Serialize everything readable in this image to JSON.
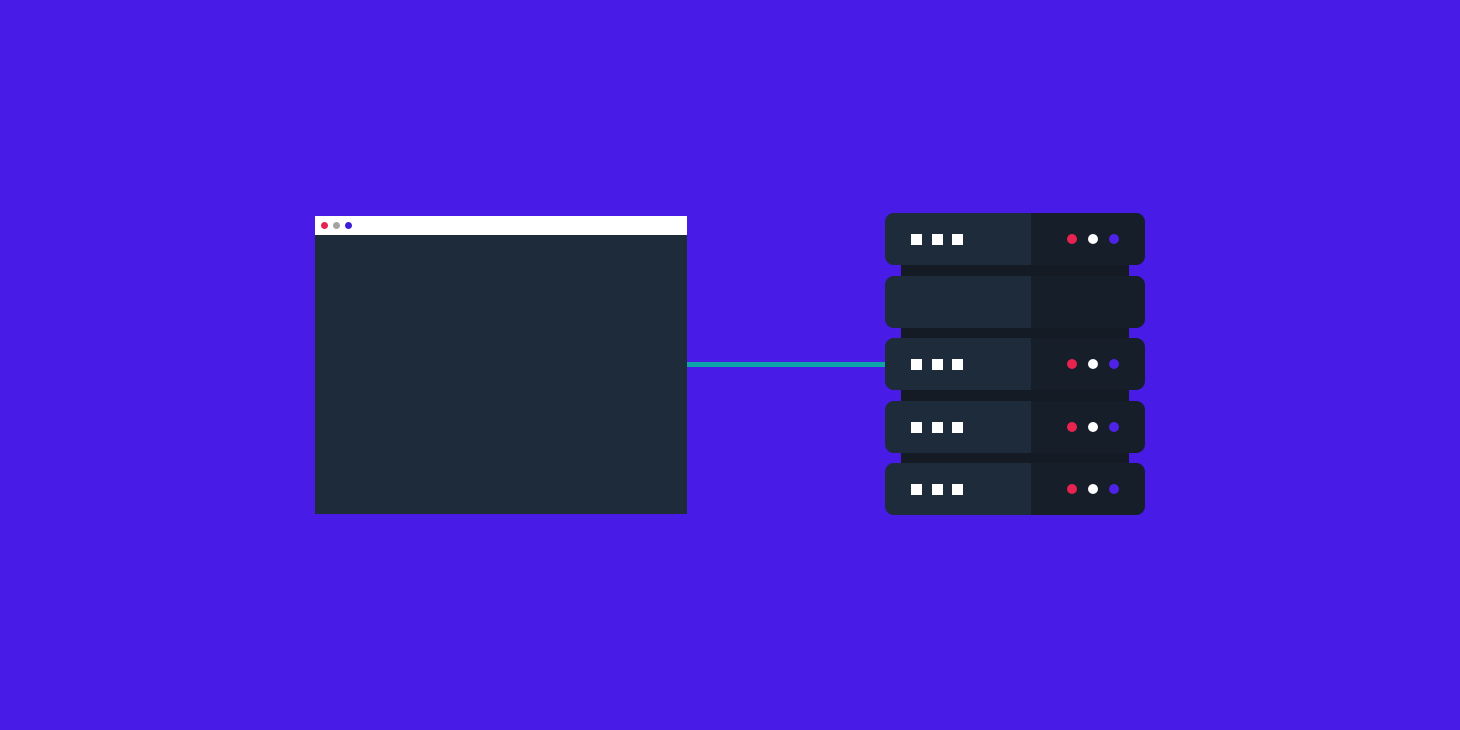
{
  "colors": {
    "background": "#481be6",
    "window_body": "#1e2b3b",
    "title_bar": "#ffffff",
    "connector": "#0ea4a8",
    "server_left": "#1e2b3b",
    "server_right": "#161e29",
    "rack_spine": "#141b25",
    "led_red": "#e8234f",
    "led_white": "#ffffff",
    "led_blue": "#4f22e8",
    "dot_red": "#e32452",
    "dot_gray": "#a3a3a3",
    "dot_blue": "#3a1fd6"
  },
  "illustration": {
    "browser_window": {
      "traffic_lights": [
        {
          "icon": "close-dot-icon",
          "color": "#e32452"
        },
        {
          "icon": "minimize-dot-icon",
          "color": "#a3a3a3"
        },
        {
          "icon": "maximize-dot-icon",
          "color": "#3a1fd6"
        }
      ]
    },
    "server_rack": {
      "units": [
        {
          "name": "server-unit-1",
          "indicators": true
        },
        {
          "name": "server-unit-2",
          "indicators": false
        },
        {
          "name": "server-unit-3",
          "indicators": true
        },
        {
          "name": "server-unit-4",
          "indicators": true
        },
        {
          "name": "server-unit-5",
          "indicators": true
        }
      ]
    }
  }
}
